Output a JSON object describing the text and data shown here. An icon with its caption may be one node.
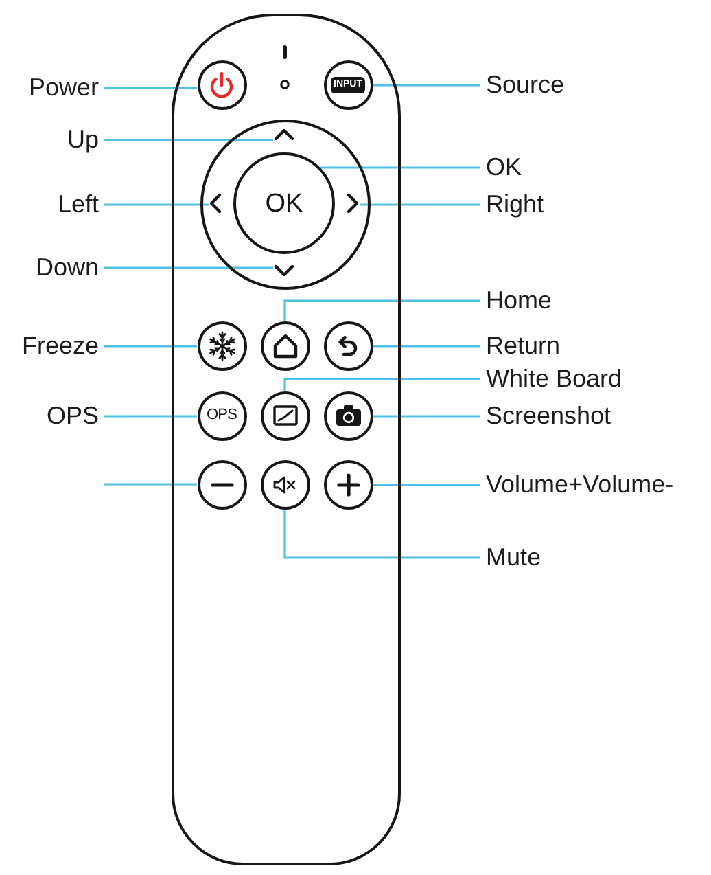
{
  "diagram": {
    "nodes": [
      {
        "text": [],
        "shape": "box"
      },
      {
        "text": [
          "Power"
        ]
      },
      {
        "text": [],
        "shape": "circle",
        "in": 0
      },
      {
        "text": [
          "INPUT"
        ],
        "in": 0
      },
      {
        "text": [
          "Source"
        ]
      },
      {
        "text": [
          "Up"
        ]
      },
      {
        "text": [],
        "shape": "circle",
        "in": 0
      },
      {
        "text": [],
        "shape": "chevron",
        "in": 6
      },
      {
        "text": [
          "OK"
        ]
      },
      {
        "text": [
          "OK"
        ],
        "in": 6
      },
      {
        "text": [
          "Left"
        ]
      },
      {
        "text": [],
        "shape": "chevron",
        "in": 6
      },
      {
        "text": [],
        "shape": "chevron",
        "in": 6
      },
      {
        "text": [
          "Right"
        ]
      },
      {
        "text": [
          "Down"
        ]
      },
      {
        "text": [],
        "shape": "chevron",
        "in": 6
      },
      {
        "text": [
          "Home"
        ]
      },
      {
        "text": [
          "Freeze"
        ]
      },
      {
        "text": [],
        "shape": "circle",
        "in": 0
      },
      {
        "text": [],
        "shape": "circle",
        "in": 0
      },
      {
        "text": [],
        "shape": "circle",
        "in": 0
      },
      {
        "text": [
          "Return"
        ]
      },
      {
        "text": [
          "White Board"
        ]
      },
      {
        "text": [
          "OPS"
        ]
      },
      {
        "text": [
          "OPS"
        ],
        "in": 0
      },
      {
        "text": [],
        "shape": "circle",
        "in": 0
      },
      {
        "text": [],
        "shape": "circle",
        "in": 0
      },
      {
        "text": [
          "Screenshot"
        ]
      },
      {
        "text": [],
        "shape": "circle",
        "in": 0
      },
      {
        "text": [],
        "shape": "circle",
        "in": 0
      },
      {
        "text": [],
        "shape": "circle",
        "in": 0
      },
      {
        "text": [
          "Volume+Volume-"
        ]
      },
      {
        "text": [
          "Mute"
        ]
      }
    ],
    "edges": [
      {
        "from": 1,
        "to": 2,
        "arrow": "none"
      },
      {
        "from": 4,
        "to": 3,
        "arrow": "none"
      },
      {
        "from": 5,
        "to": 7,
        "arrow": "none"
      },
      {
        "from": 8,
        "to": 9,
        "arrow": "none"
      },
      {
        "from": 10,
        "to": 11,
        "arrow": "none"
      },
      {
        "from": 13,
        "to": 12,
        "arrow": "none"
      },
      {
        "from": 14,
        "to": 15,
        "arrow": "none"
      },
      {
        "from": 16,
        "to": 19,
        "arrow": "none"
      },
      {
        "from": 17,
        "to": 18,
        "arrow": "none"
      },
      {
        "from": 21,
        "to": 20,
        "arrow": "none"
      },
      {
        "from": 22,
        "to": 25,
        "arrow": "none"
      },
      {
        "from": 23,
        "to": 24,
        "arrow": "none"
      },
      {
        "from": 27,
        "to": 26,
        "arrow": "none"
      },
      {
        "from": null,
        "to": 28,
        "arrow": "none"
      },
      {
        "from": 31,
        "to": 30,
        "arrow": "none"
      },
      {
        "from": 32,
        "to": 29,
        "arrow": "none"
      }
    ]
  }
}
